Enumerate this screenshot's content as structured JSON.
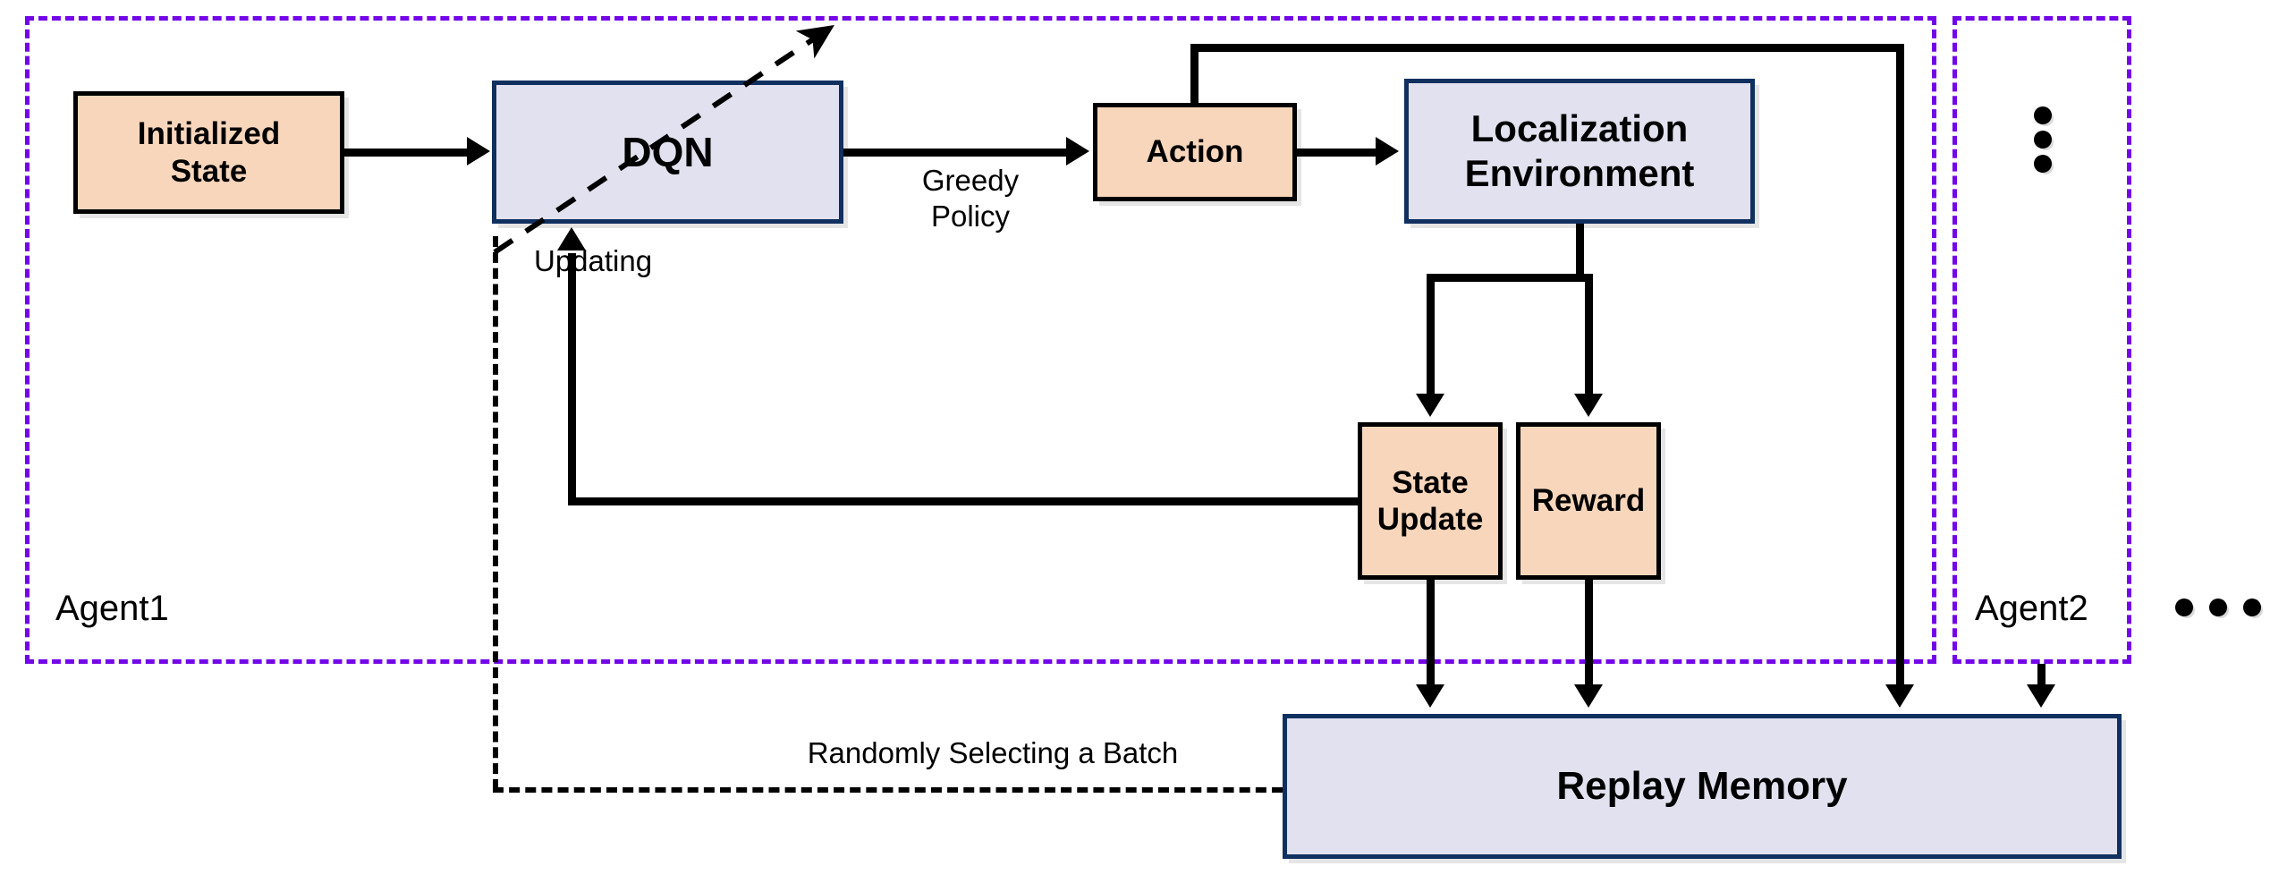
{
  "diagram": {
    "title": "Multi-Agent DQN Localization Architecture",
    "colors": {
      "agent_border": "#7306e8",
      "peach_fill": "#f8d6bb",
      "lavender_fill": "#e2e1ef",
      "navy_border": "#10305f",
      "black": "#000000"
    },
    "agents": [
      {
        "id": "agent1",
        "label": "Agent1"
      },
      {
        "id": "agent2",
        "label": "Agent2"
      }
    ],
    "nodes": [
      {
        "id": "initialized-state",
        "label": "Initialized\nState",
        "style": "peach"
      },
      {
        "id": "dqn",
        "label": "DQN",
        "style": "lavender"
      },
      {
        "id": "action",
        "label": "Action",
        "style": "peach"
      },
      {
        "id": "localization-environment",
        "label": "Localization\nEnvironment",
        "style": "lavender"
      },
      {
        "id": "state-update",
        "label": "State\nUpdate",
        "style": "peach"
      },
      {
        "id": "reward",
        "label": "Reward",
        "style": "peach"
      },
      {
        "id": "replay-memory",
        "label": "Replay Memory",
        "style": "lavender"
      }
    ],
    "edge_labels": [
      {
        "id": "greedy-policy",
        "text": "Greedy\nPolicy"
      },
      {
        "id": "updating",
        "text": "Updating"
      },
      {
        "id": "random-batch",
        "text": "Randomly Selecting a Batch"
      }
    ],
    "ellipsis": {
      "vertical_dots_count": 3,
      "horizontal_dots_count": 3
    }
  }
}
